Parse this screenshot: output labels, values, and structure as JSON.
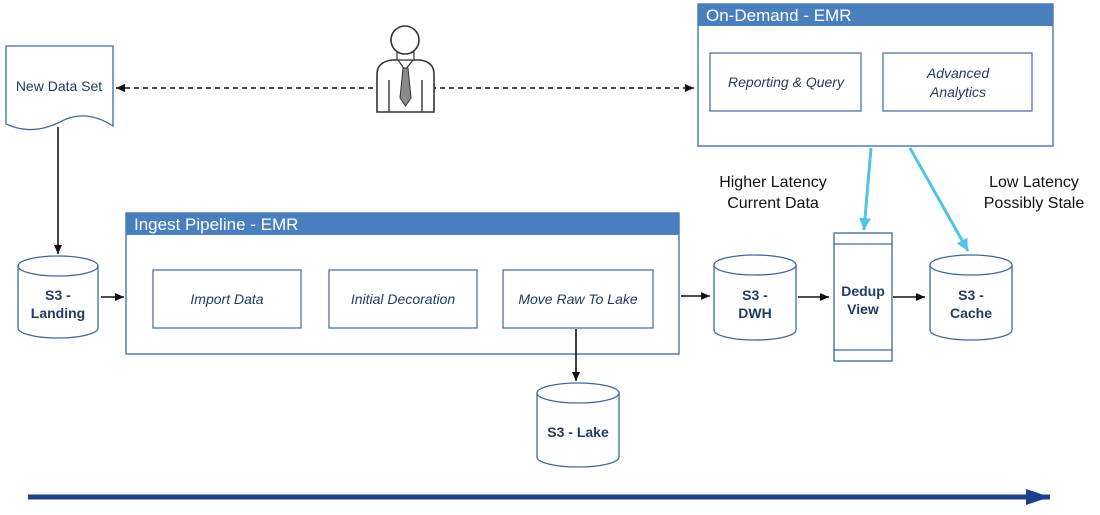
{
  "document": {
    "new_data_set": "New Data Set",
    "on_demand": {
      "title": "On-Demand - EMR",
      "reporting": "Reporting & Query",
      "advanced_line1": "Advanced",
      "advanced_line2": "Analytics"
    },
    "ingest": {
      "title": "Ingest Pipeline - EMR",
      "import": "Import Data",
      "decoration": "Initial Decoration",
      "move": "Move Raw To Lake"
    },
    "stores": {
      "landing_line1": "S3 -",
      "landing_line2": "Landing",
      "lake": "S3 - Lake",
      "dwh_line1": "S3 -",
      "dwh_line2": "DWH",
      "cache_line1": "S3 -",
      "cache_line2": "Cache"
    },
    "dedup": {
      "line1": "Dedup",
      "line2": "View"
    },
    "notes": {
      "higher_line1": "Higher Latency",
      "higher_line2": "Current Data",
      "low_line1": "Low Latency",
      "low_line2": "Possibly Stale"
    }
  }
}
